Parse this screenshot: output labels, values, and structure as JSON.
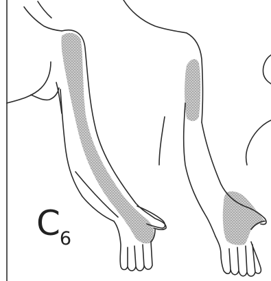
{
  "figure": {
    "label_letter": "C",
    "label_number": "6"
  },
  "colors": {
    "line": "#2a2a2a",
    "shading": "#8a8a8a",
    "background": "#ffffff"
  },
  "regions": [
    {
      "name": "left-figure-lateral-arm-shading"
    },
    {
      "name": "right-figure-upper-arm-shading"
    },
    {
      "name": "right-figure-palm-shading"
    }
  ]
}
